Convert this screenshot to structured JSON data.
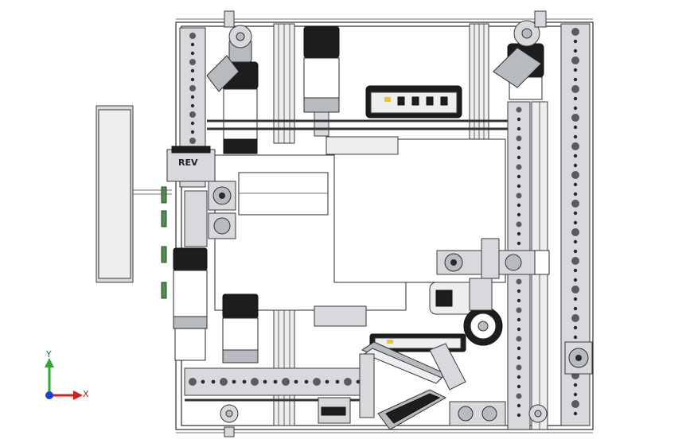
{
  "logo_text": "REV",
  "triad": {
    "x_label": "X",
    "y_label": "Y",
    "colors": {
      "x_axis": "#d21f1f",
      "y_axis": "#2fa82f",
      "z_axis": "#1f3fd2"
    }
  },
  "colors": {
    "background": "#ffffff",
    "metal": "#d7d9dc",
    "dark_part": "#1d1d1d",
    "accent_yellow": "#e8c43a"
  }
}
